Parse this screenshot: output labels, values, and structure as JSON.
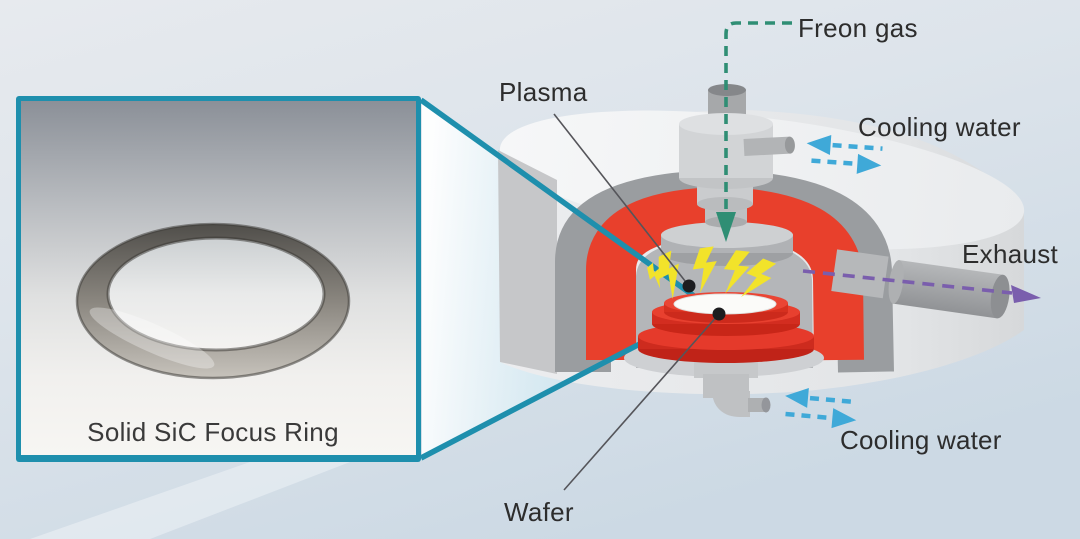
{
  "inset": {
    "caption": "Solid SiC Focus Ring"
  },
  "labels": {
    "freon_gas": "Freon gas",
    "cooling_water_top": "Cooling water",
    "exhaust": "Exhaust",
    "plasma": "Plasma",
    "wafer": "Wafer",
    "cooling_water_bottom": "Cooling water"
  },
  "icons": {
    "freon_arrow": "green-dashed-down-arrow",
    "cooling_arrows_top": "blue-dashed-double-arrow",
    "cooling_arrows_bottom": "blue-dashed-double-arrow",
    "exhaust_arrow": "purple-dashed-right-arrow",
    "plasma_bolts": "lightning-bolts"
  },
  "colors": {
    "callout_teal": "#1e8fad",
    "freon_green": "#2f8e74",
    "cooling_blue": "#3fa9d8",
    "exhaust_purple": "#7a5ead",
    "chamber_lining_red": "#e8402c",
    "pedestal_red": "#d93222",
    "plasma_yellow": "#f2e32a",
    "label_text": "#2d2d2d"
  }
}
